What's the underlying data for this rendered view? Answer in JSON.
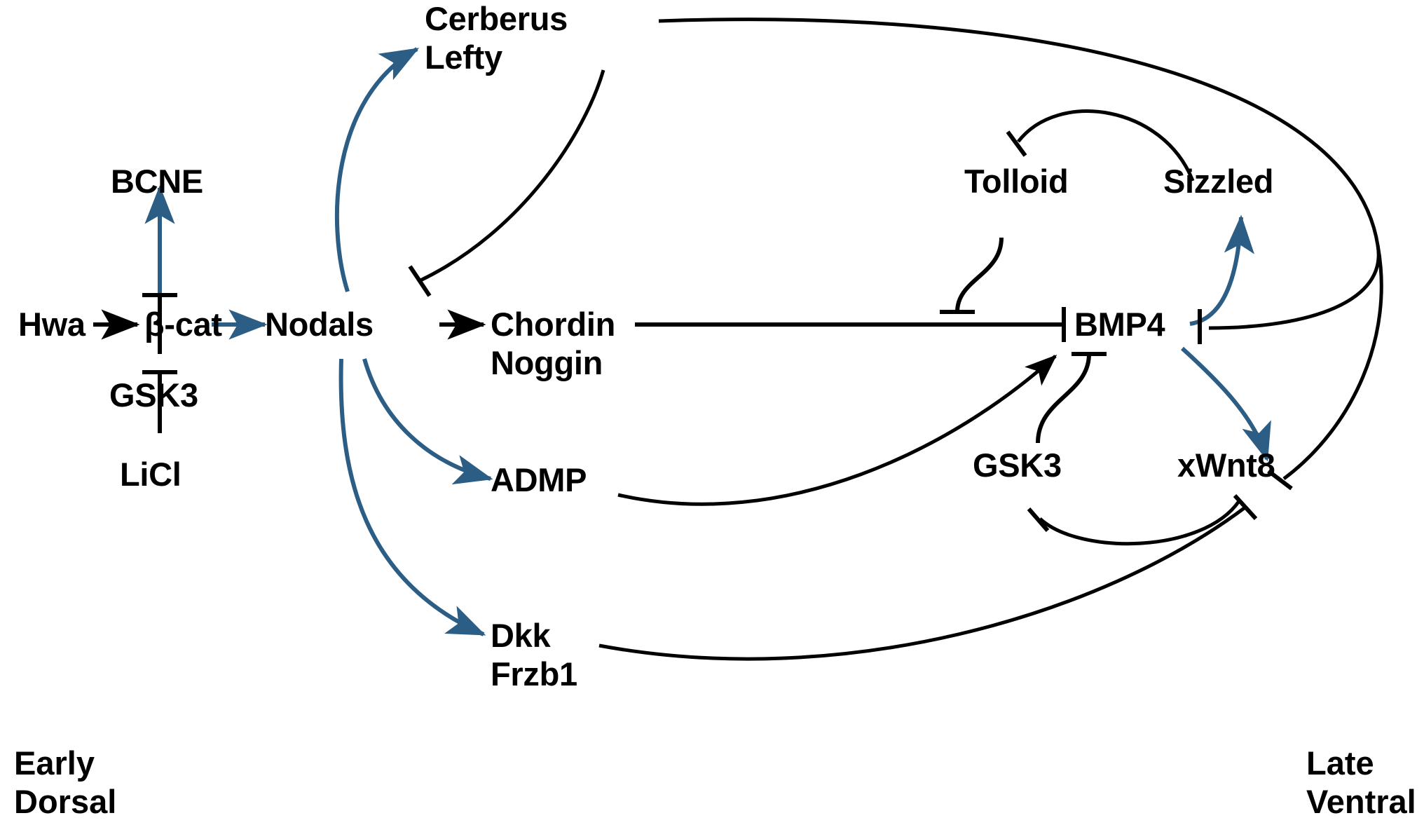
{
  "figure": {
    "kind": "signaling-pathway-diagram",
    "background_color": "#ffffff",
    "colors": {
      "text": "#000000",
      "black_edge": "#000000",
      "blue_edge": "#2c5d84"
    }
  },
  "nodes": [
    {
      "id": "hwa",
      "label": "Hwa"
    },
    {
      "id": "bcat",
      "label": "β-cat"
    },
    {
      "id": "bcne",
      "label": "BCNE"
    },
    {
      "id": "gsk3_left",
      "label": "GSK3"
    },
    {
      "id": "licl",
      "label": "LiCl"
    },
    {
      "id": "nodals",
      "label": "Nodals"
    },
    {
      "id": "cerberus",
      "label": "Cerberus\nLefty"
    },
    {
      "id": "chordin",
      "label": "Chordin\nNoggin"
    },
    {
      "id": "admp",
      "label": "ADMP"
    },
    {
      "id": "dkk",
      "label": "Dkk\nFrzb1"
    },
    {
      "id": "tolloid",
      "label": "Tolloid"
    },
    {
      "id": "sizzled",
      "label": "Sizzled"
    },
    {
      "id": "bmp4",
      "label": "BMP4"
    },
    {
      "id": "gsk3_right",
      "label": "GSK3"
    },
    {
      "id": "xwnt8",
      "label": "xWnt8"
    }
  ],
  "corner_labels": {
    "bottom_left": "Early\nDorsal",
    "bottom_right": "Late\nVentral"
  },
  "edges": [
    {
      "from": "hwa",
      "to": "bcat",
      "type": "activation",
      "color": "black"
    },
    {
      "from": "bcat",
      "to": "bcne",
      "type": "activation",
      "color": "blue"
    },
    {
      "from": "bcat",
      "to": "nodals",
      "type": "activation",
      "color": "blue"
    },
    {
      "from": "gsk3_left",
      "to": "bcat",
      "type": "inhibition",
      "color": "black"
    },
    {
      "from": "licl",
      "to": "gsk3_left",
      "type": "inhibition",
      "color": "black"
    },
    {
      "from": "nodals",
      "to": "cerberus",
      "type": "activation",
      "color": "blue"
    },
    {
      "from": "nodals",
      "to": "chordin",
      "type": "activation",
      "color": "black"
    },
    {
      "from": "nodals",
      "to": "admp",
      "type": "activation",
      "color": "blue"
    },
    {
      "from": "nodals",
      "to": "dkk",
      "type": "activation",
      "color": "blue"
    },
    {
      "from": "cerberus",
      "to": "nodals",
      "type": "inhibition",
      "color": "black"
    },
    {
      "from": "chordin",
      "to": "bmp4",
      "type": "inhibition",
      "color": "black"
    },
    {
      "from": "tolloid",
      "to": "chordin",
      "type": "inhibition",
      "color": "black"
    },
    {
      "from": "sizzled",
      "to": "tolloid",
      "type": "inhibition",
      "color": "black"
    },
    {
      "from": "bmp4",
      "to": "sizzled",
      "type": "activation",
      "color": "blue"
    },
    {
      "from": "bmp4",
      "to": "xwnt8",
      "type": "activation",
      "color": "blue"
    },
    {
      "from": "admp",
      "to": "bmp4",
      "type": "activation",
      "color": "black"
    },
    {
      "from": "gsk3_right",
      "to": "bmp4",
      "type": "inhibition",
      "color": "black"
    },
    {
      "from": "xwnt8",
      "to": "gsk3_right",
      "type": "inhibition",
      "color": "black"
    },
    {
      "from": "dkk",
      "to": "xwnt8",
      "type": "inhibition",
      "color": "black"
    },
    {
      "from": "cerberus",
      "to": "bmp4",
      "type": "inhibition",
      "color": "black"
    },
    {
      "from": "cerberus",
      "to": "xwnt8",
      "type": "inhibition",
      "color": "black"
    }
  ]
}
